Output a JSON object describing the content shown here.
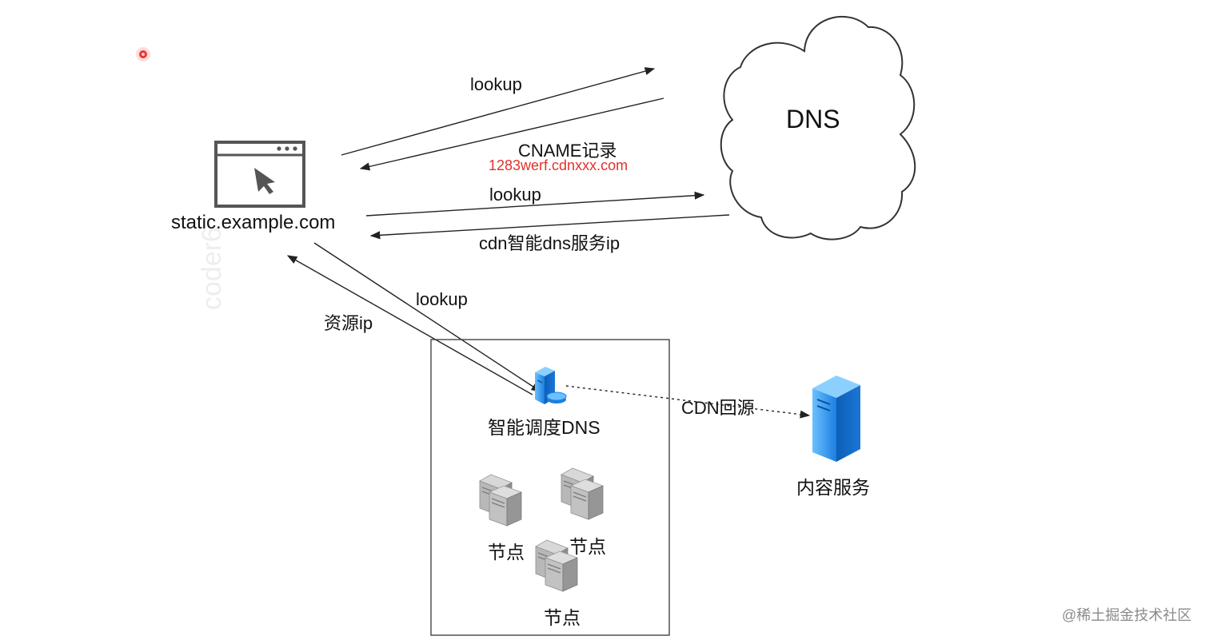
{
  "labels": {
    "dns": "DNS",
    "browser_domain": "static.example.com",
    "lookup_1": "lookup",
    "cname_record": "CNAME记录",
    "cname_value": "1283werf.cdnxxx.com",
    "lookup_2": "lookup",
    "cdn_dns_ip": "cdn智能dns服务ip",
    "lookup_3": "lookup",
    "resource_ip": "资源ip",
    "smart_dns": "智能调度DNS",
    "cdn_origin": "CDN回源",
    "content_service": "内容服务",
    "node_1": "节点",
    "node_2": "节点",
    "node_3": "节点",
    "watermark_side": "coder6",
    "watermark_corner": "@稀土掘金技术社区"
  },
  "colors": {
    "highlight": "#e0322d",
    "server_blue": "#2f8fe3",
    "node_gray": "#a7a7a7",
    "stroke": "#222222",
    "pointer": "#e53935"
  },
  "icons": [
    "browser-window-icon",
    "smart-dns-server-icon",
    "content-server-icon",
    "node-server-icon",
    "cloud-shape",
    "pointer-dot-icon"
  ]
}
